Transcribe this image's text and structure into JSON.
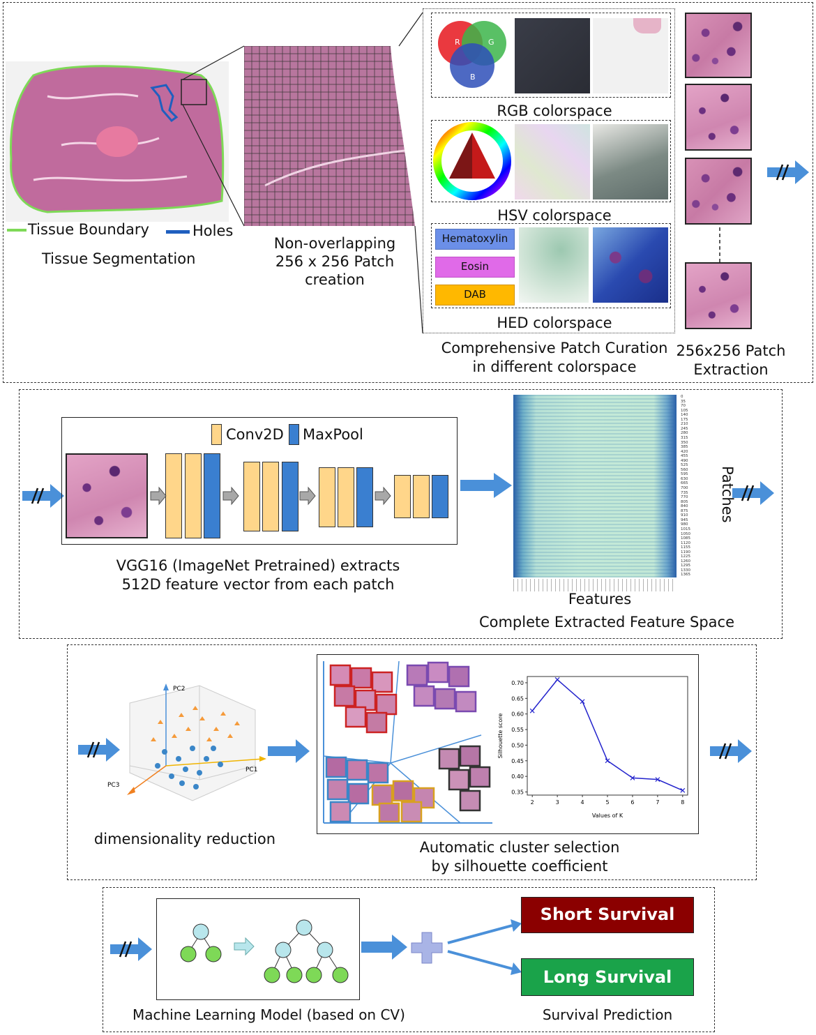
{
  "panel1": {
    "legend_tissue": "Tissue Boundary",
    "legend_holes": "Holes",
    "seg_caption": "Tissue Segmentation",
    "patch_caption_1": "Non-overlapping",
    "patch_caption_2": "256 x 256 Patch",
    "patch_caption_3": "creation",
    "rgb_channels": [
      "R",
      "G",
      "B"
    ],
    "rgb_label": "RGB colorspace",
    "hsv_label": "HSV colorspace",
    "hed_channels": [
      "Hematoxylin",
      "Eosin",
      "DAB"
    ],
    "hed_label": "HED colorspace",
    "curation_caption_1": "Comprehensive Patch Curation",
    "curation_caption_2": "in different colorspace",
    "extract_caption_1": "256x256 Patch",
    "extract_caption_2": "Extraction"
  },
  "panel2": {
    "legend_conv": "Conv2D",
    "legend_pool": "MaxPool",
    "vgg_caption_1": "VGG16 (ImageNet Pretrained) extracts",
    "vgg_caption_2": "512D feature vector from each patch",
    "heatmap_ylabels": [
      "0",
      "35",
      "70",
      "105",
      "140",
      "175",
      "210",
      "245",
      "280",
      "315",
      "350",
      "385",
      "420",
      "455",
      "490",
      "525",
      "560",
      "595",
      "630",
      "665",
      "700",
      "735",
      "770",
      "805",
      "840",
      "875",
      "910",
      "945",
      "980",
      "1015",
      "1050",
      "1085",
      "1120",
      "1155",
      "1190",
      "1225",
      "1260",
      "1295",
      "1330",
      "1365"
    ],
    "patches_label": "Patches",
    "features_label": "Features",
    "feature_space_caption": "Complete Extracted Feature Space"
  },
  "panel3": {
    "axis_pc1": "PC1",
    "axis_pc2": "PC2",
    "axis_pc3": "PC3",
    "dimred_caption": "dimensionality reduction",
    "cluster_caption_1": "Automatic cluster selection",
    "cluster_caption_2": "by silhouette coefficient"
  },
  "panel4": {
    "ml_caption": "Machine Learning Model (based on CV)",
    "short_label": "Short Survival",
    "long_label": "Long Survival",
    "prediction_caption": "Survival Prediction"
  },
  "colors": {
    "tissue_boundary": "#7ed957",
    "holes": "#1f5fbf",
    "conv": "#ffd68a",
    "pool": "#3a7fd0",
    "arrow": "#4a90d9",
    "short_survival": "#8b0000",
    "long_survival": "#1aa34a",
    "hematoxylin": "#6b8fe8",
    "eosin": "#e06ae8",
    "dab": "#ffb800"
  },
  "chart_data": {
    "type": "line",
    "x": [
      2,
      3,
      4,
      5,
      6,
      7,
      8
    ],
    "values": [
      0.61,
      0.71,
      0.64,
      0.45,
      0.395,
      0.39,
      0.355
    ],
    "xlabel": "Values of K",
    "ylabel": "Silhouette score",
    "xticks": [
      2,
      3,
      4,
      5,
      6,
      7,
      8
    ],
    "yticks": [
      0.35,
      0.4,
      0.45,
      0.5,
      0.55,
      0.6,
      0.65,
      0.7
    ],
    "xlim": [
      1.8,
      8.2
    ],
    "ylim": [
      0.34,
      0.72
    ],
    "grid": false
  }
}
